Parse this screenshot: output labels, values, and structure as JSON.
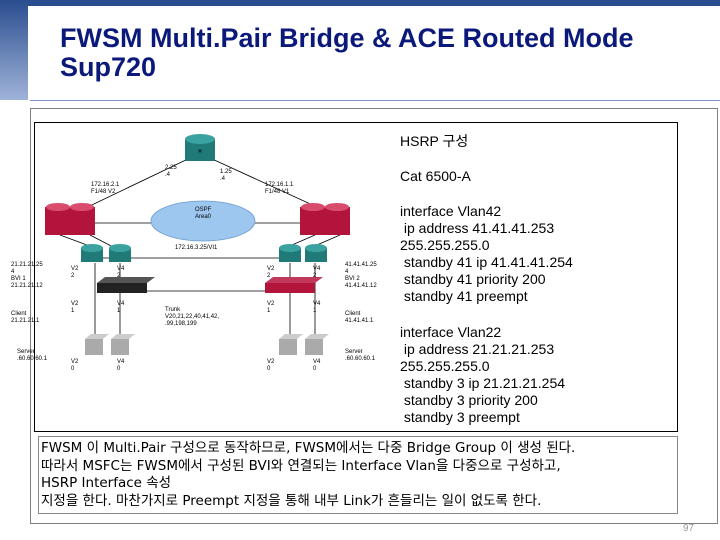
{
  "title": "FWSM Multi.Pair Bridge & ACE Routed Mode Sup720",
  "diagram": {
    "hsrp_label": "HSRP 구성",
    "cat_label": "Cat 6500-A",
    "core_left_label": "2.25\n.4",
    "core_right_label": "1.25\n.4",
    "left_uplink": "172.16.2.1\nF1/48  V2",
    "right_uplink": "172.16.1.1\nF1/48  V1",
    "ospf": "OSPF\nArea0",
    "transit_vlan": "172.16.3.25/VI1",
    "left_bvi": "21.21.21.25\n4\nBVI 1\n21.21.21.12",
    "left_client": "Client\n21.21.21.1",
    "left_server": "Server\n.60.60.60.1",
    "right_bvi": "41.41.41.25\n4\nBVI 2\n41.41.41.12",
    "right_client": "Client\n41.41.41.1",
    "right_server": "Server\n.60.60.60.1",
    "trunk": "Trunk\nV20,21,22,40,41,42,\n.99,198,199",
    "vlans": {
      "l1": "V2\n2",
      "l2": "V4\n2",
      "l3": "V2\n1",
      "l4": "V4\n1",
      "l5": "V2\n0",
      "l6": "V4\n0",
      "r1": "V2\n2",
      "r2": "V4\n2",
      "r3": "V2\n1",
      "r4": "V4\n1",
      "r5": "V2\n0",
      "r6": "V4\n0"
    }
  },
  "config_42": "interface Vlan42\n ip address 41.41.41.253\n255.255.255.0\n standby 41 ip 41.41.41.254\n standby 41 priority 200\n standby 41 preempt",
  "config_22": "interface Vlan22\n ip address 21.21.21.253\n255.255.255.0\n standby 3 ip 21.21.21.254\n standby 3 priority 200\n standby 3 preempt",
  "caption": [
    "FWSM 이 Multi.Pair 구성으로 동작하므로, FWSM에서는 다중 Bridge Group 이 생성 된다.",
    "따라서 MSFC는 FWSM에서 구성된 BVI와 연결되는 Interface Vlan을 다중으로 구성하고,",
    "HSRP Interface 속성",
    "지정을 한다. 마찬가지로 Preempt 지정을 통해 내부 Link가 흔들리는 일이 없도록 한다."
  ],
  "page_number": "97",
  "colors": {
    "title": "#0b1a7a",
    "router": "#1f7a78",
    "fwsm": "#b3143c",
    "cloud": "#9ec7ef"
  }
}
